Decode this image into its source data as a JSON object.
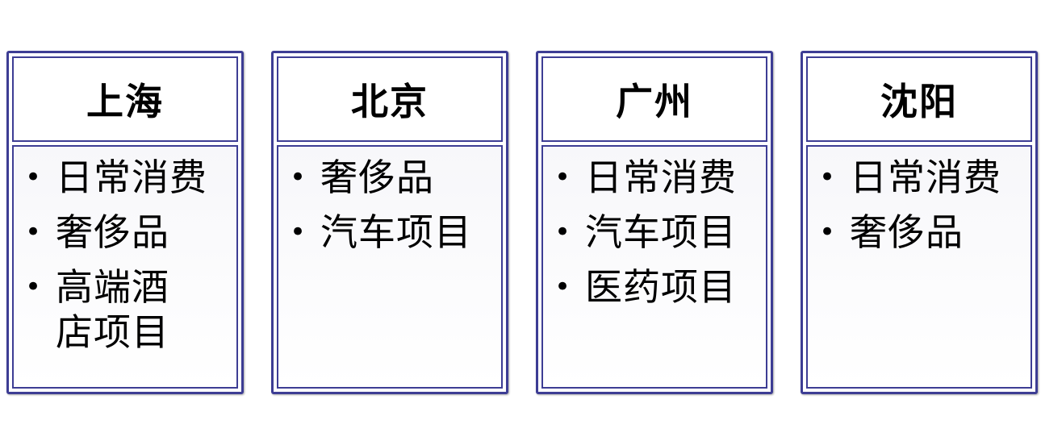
{
  "cities": [
    {
      "title": "上海",
      "items": [
        "日常消费",
        "奢侈品",
        "高端酒店项目"
      ]
    },
    {
      "title": "北京",
      "items": [
        "奢侈品",
        "汽车项目"
      ]
    },
    {
      "title": "广州",
      "items": [
        "日常消费",
        "汽车项目",
        "医药项目"
      ]
    },
    {
      "title": "沈阳",
      "items": [
        "日常消费",
        "奢侈品"
      ]
    }
  ],
  "bullet_char": "•"
}
